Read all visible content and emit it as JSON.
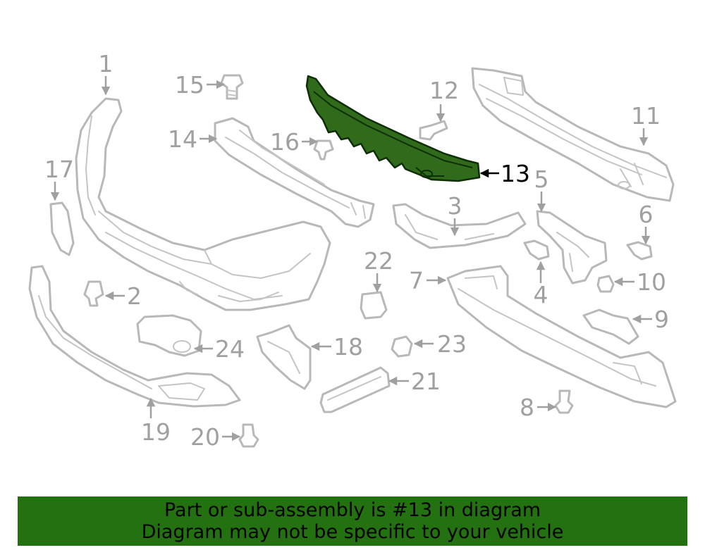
{
  "callouts": [
    "1",
    "2",
    "3",
    "4",
    "5",
    "6",
    "7",
    "8",
    "9",
    "10",
    "11",
    "12",
    "13",
    "14",
    "15",
    "16",
    "17",
    "18",
    "19",
    "20",
    "21",
    "22",
    "23",
    "24"
  ],
  "highlight": {
    "label": "13",
    "color": "#2f6b1a"
  },
  "banner": {
    "line1": "Part or sub-assembly is #13 in diagram",
    "line2": "Diagram may not be specific to your vehicle",
    "color": "#247112"
  }
}
